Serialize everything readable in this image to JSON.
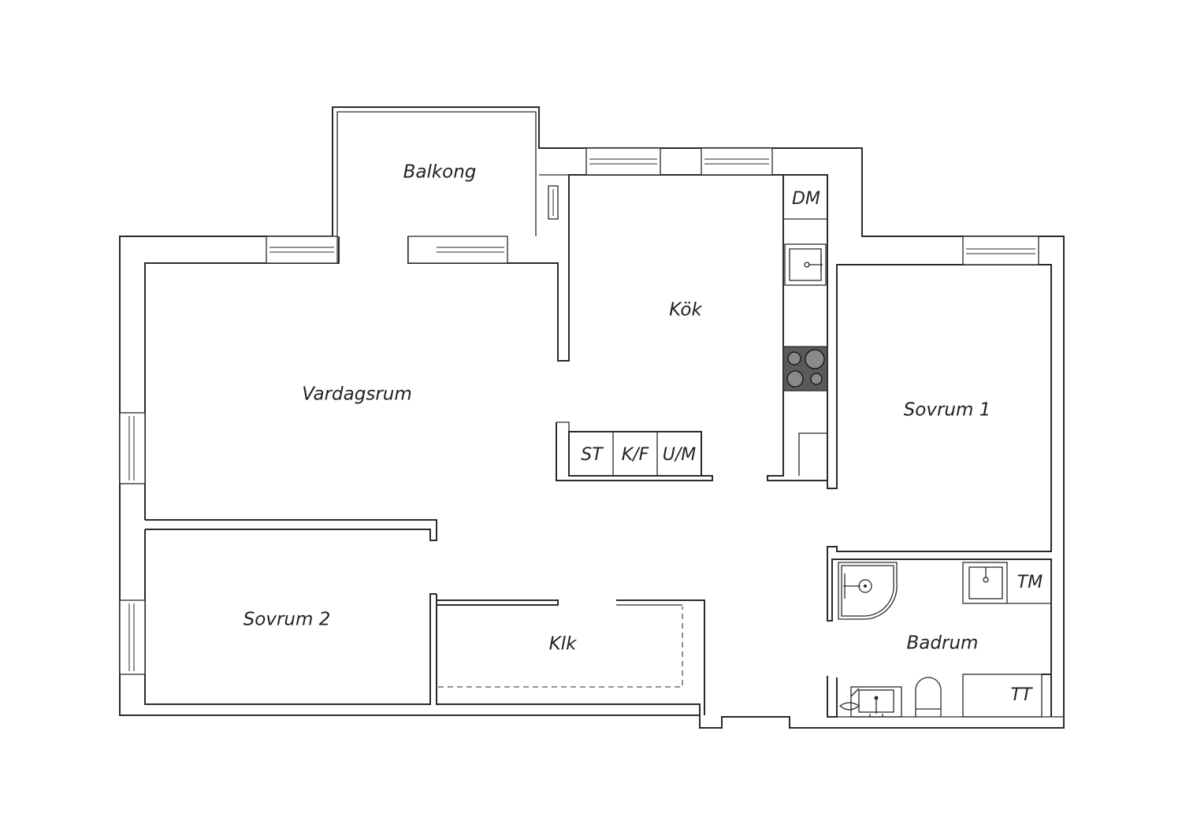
{
  "rooms": {
    "balkong": "Balkong",
    "kok": "Kök",
    "vardagsrum": "Vardagsrum",
    "sovrum1": "Sovrum 1",
    "sovrum2": "Sovrum 2",
    "klk": "Klk",
    "badrum": "Badrum"
  },
  "fixtures": {
    "dm": "DM",
    "st": "ST",
    "kf": "K/F",
    "um": "U/M",
    "tm": "TM",
    "tt": "TT"
  },
  "colors": {
    "wall": "#2a2a2a",
    "stove": "#5a5a5a",
    "background": "#ffffff"
  }
}
